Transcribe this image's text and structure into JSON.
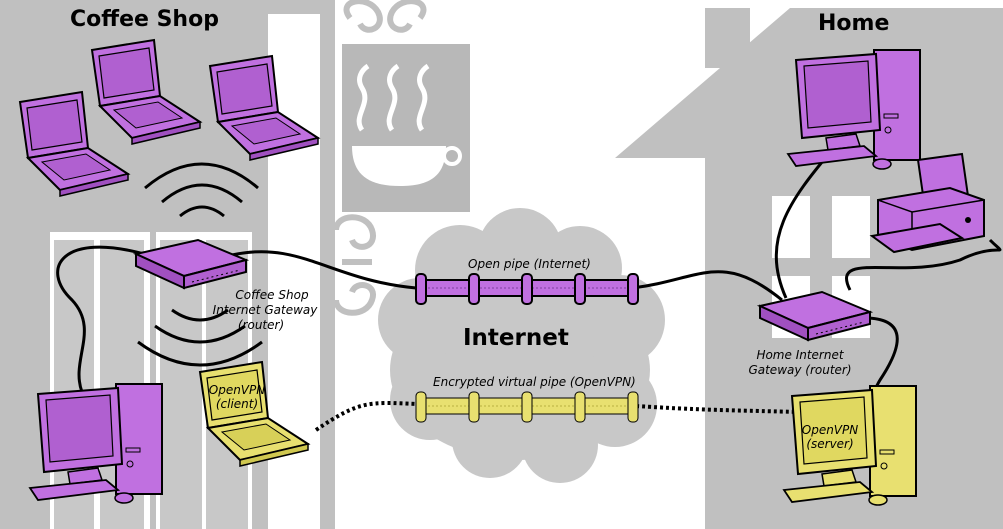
{
  "sites": {
    "coffee_shop": "Coffee Shop",
    "home": "Home"
  },
  "cloud": {
    "label": "Internet"
  },
  "pipes": {
    "open": "Open pipe (Internet)",
    "encrypted": "Encrypted virtual pipe (OpenVPN)"
  },
  "devices": {
    "coffee_router": [
      "Coffee Shop",
      "Internet Gateway",
      "(router)"
    ],
    "home_router": [
      "Home Internet",
      "Gateway (router)"
    ],
    "vpn_client": [
      "OpenVPN",
      "(client)"
    ],
    "vpn_server": [
      "OpenVPN",
      "(server)"
    ]
  },
  "colors": {
    "building": "#c0c0c0",
    "device_purple": "#c070e0",
    "device_yellow": "#e8e070",
    "cloud": "#c8c8c8"
  }
}
